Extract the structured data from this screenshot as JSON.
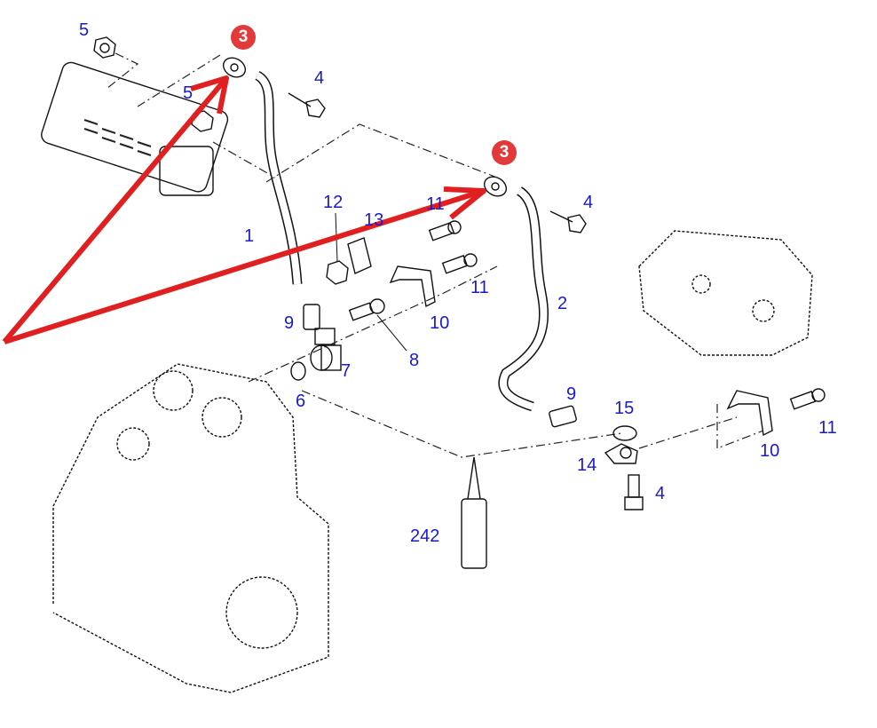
{
  "diagram": {
    "title": "",
    "callouts": {
      "highlight_marker": "3",
      "highlight_marker_2": "3",
      "labels": [
        {
          "id": "l5a",
          "text": "5"
        },
        {
          "id": "l5b",
          "text": "5"
        },
        {
          "id": "l4a",
          "text": "4"
        },
        {
          "id": "l4b",
          "text": "4"
        },
        {
          "id": "l4c",
          "text": "4"
        },
        {
          "id": "l1",
          "text": "1"
        },
        {
          "id": "l2",
          "text": "2"
        },
        {
          "id": "l12",
          "text": "12"
        },
        {
          "id": "l13",
          "text": "13"
        },
        {
          "id": "l11a",
          "text": "11"
        },
        {
          "id": "l11b",
          "text": "11"
        },
        {
          "id": "l11c",
          "text": "11"
        },
        {
          "id": "l9a",
          "text": "9"
        },
        {
          "id": "l9b",
          "text": "9"
        },
        {
          "id": "l10a",
          "text": "10"
        },
        {
          "id": "l10b",
          "text": "10"
        },
        {
          "id": "l7",
          "text": "7"
        },
        {
          "id": "l8",
          "text": "8"
        },
        {
          "id": "l6",
          "text": "6"
        },
        {
          "id": "l15",
          "text": "15"
        },
        {
          "id": "l14",
          "text": "14"
        },
        {
          "id": "l242",
          "text": "242"
        }
      ]
    },
    "colors": {
      "callout": "#1a1acc",
      "highlight": "#e23a3a",
      "arrow": "#e02020"
    }
  }
}
